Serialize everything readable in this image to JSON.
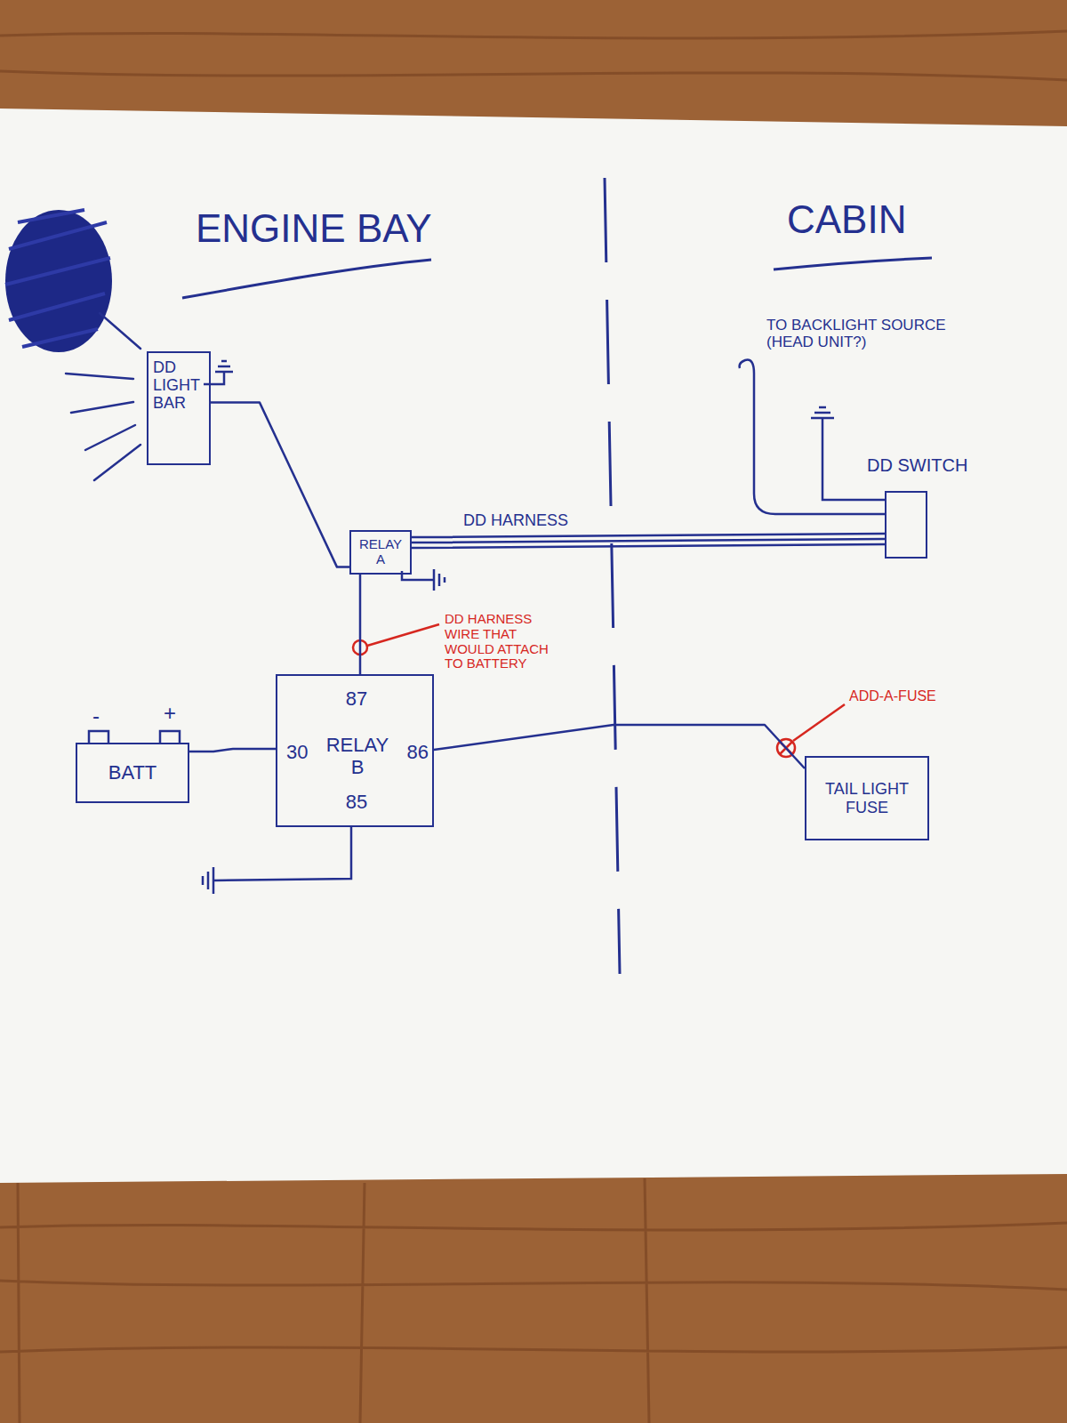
{
  "diagram": {
    "nodes": [
      {
        "text": [
          "DD LIGHT BAR"
        ]
      },
      {
        "text": [
          "RELAY A"
        ]
      },
      {
        "text": [
          "DD SWITCH"
        ]
      },
      {
        "text": [
          "BATT"
        ]
      },
      {
        "text": [
          "RELAY B",
          "87",
          "30",
          "86",
          "85"
        ]
      },
      {
        "text": [
          "TAIL LIGHT FUSE"
        ]
      }
    ],
    "edges": [
      {
        "from": 0,
        "to": 1,
        "arrow": "none"
      },
      {
        "from": 1,
        "to": 2,
        "label": "DD HARNESS",
        "arrow": "none"
      },
      {
        "from": 1,
        "to": 4,
        "arrow": "none"
      },
      {
        "from": 3,
        "to": 4,
        "arrow": "none"
      },
      {
        "from": 4,
        "to": 5,
        "arrow": "none"
      }
    ],
    "labels": [
      "ENGINE BAY",
      "CABIN",
      "TO BACKLIGHT SOURCE (HEAD UNIT?)",
      "DD HARNESS WIRE THAT WOULD ATTACH TO BATTERY",
      "ADD-A-FUSE",
      "-",
      "+"
    ]
  }
}
